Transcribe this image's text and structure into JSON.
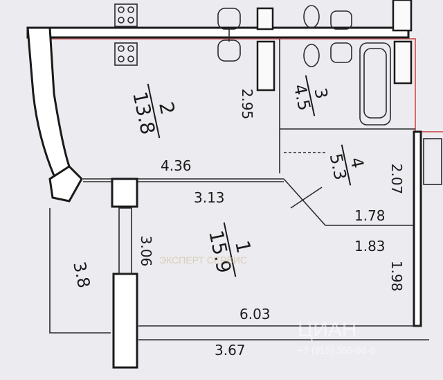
{
  "rooms": [
    {
      "id": "kitchen",
      "number": "2",
      "area": "13.8"
    },
    {
      "id": "bathroom",
      "number": "3",
      "area": "4.5"
    },
    {
      "id": "hall",
      "number": "4",
      "area": "5.3"
    },
    {
      "id": "main-room",
      "number": "1",
      "area": "15.9"
    },
    {
      "id": "balcony",
      "area": "3.8"
    }
  ],
  "dimensions": {
    "kitchen_depth": "2.95",
    "kitchen_width": "4.36",
    "hall_depth": "2.07",
    "hall_width": "1.78",
    "room_inner": "3.13",
    "room_side": "3.06",
    "room_width": "1.83",
    "room_right": "1.98",
    "room_length": "6.03",
    "balcony_length": "3.67"
  },
  "watermark": {
    "brand": "ЦИАН",
    "phone": "+7 (915) 355-98-6",
    "company": "ЭКСПЕРТ СЕРВИС"
  },
  "colors": {
    "wall": "#1a1a1a",
    "outline": "#d26a6a",
    "background": "#ecebf0"
  }
}
